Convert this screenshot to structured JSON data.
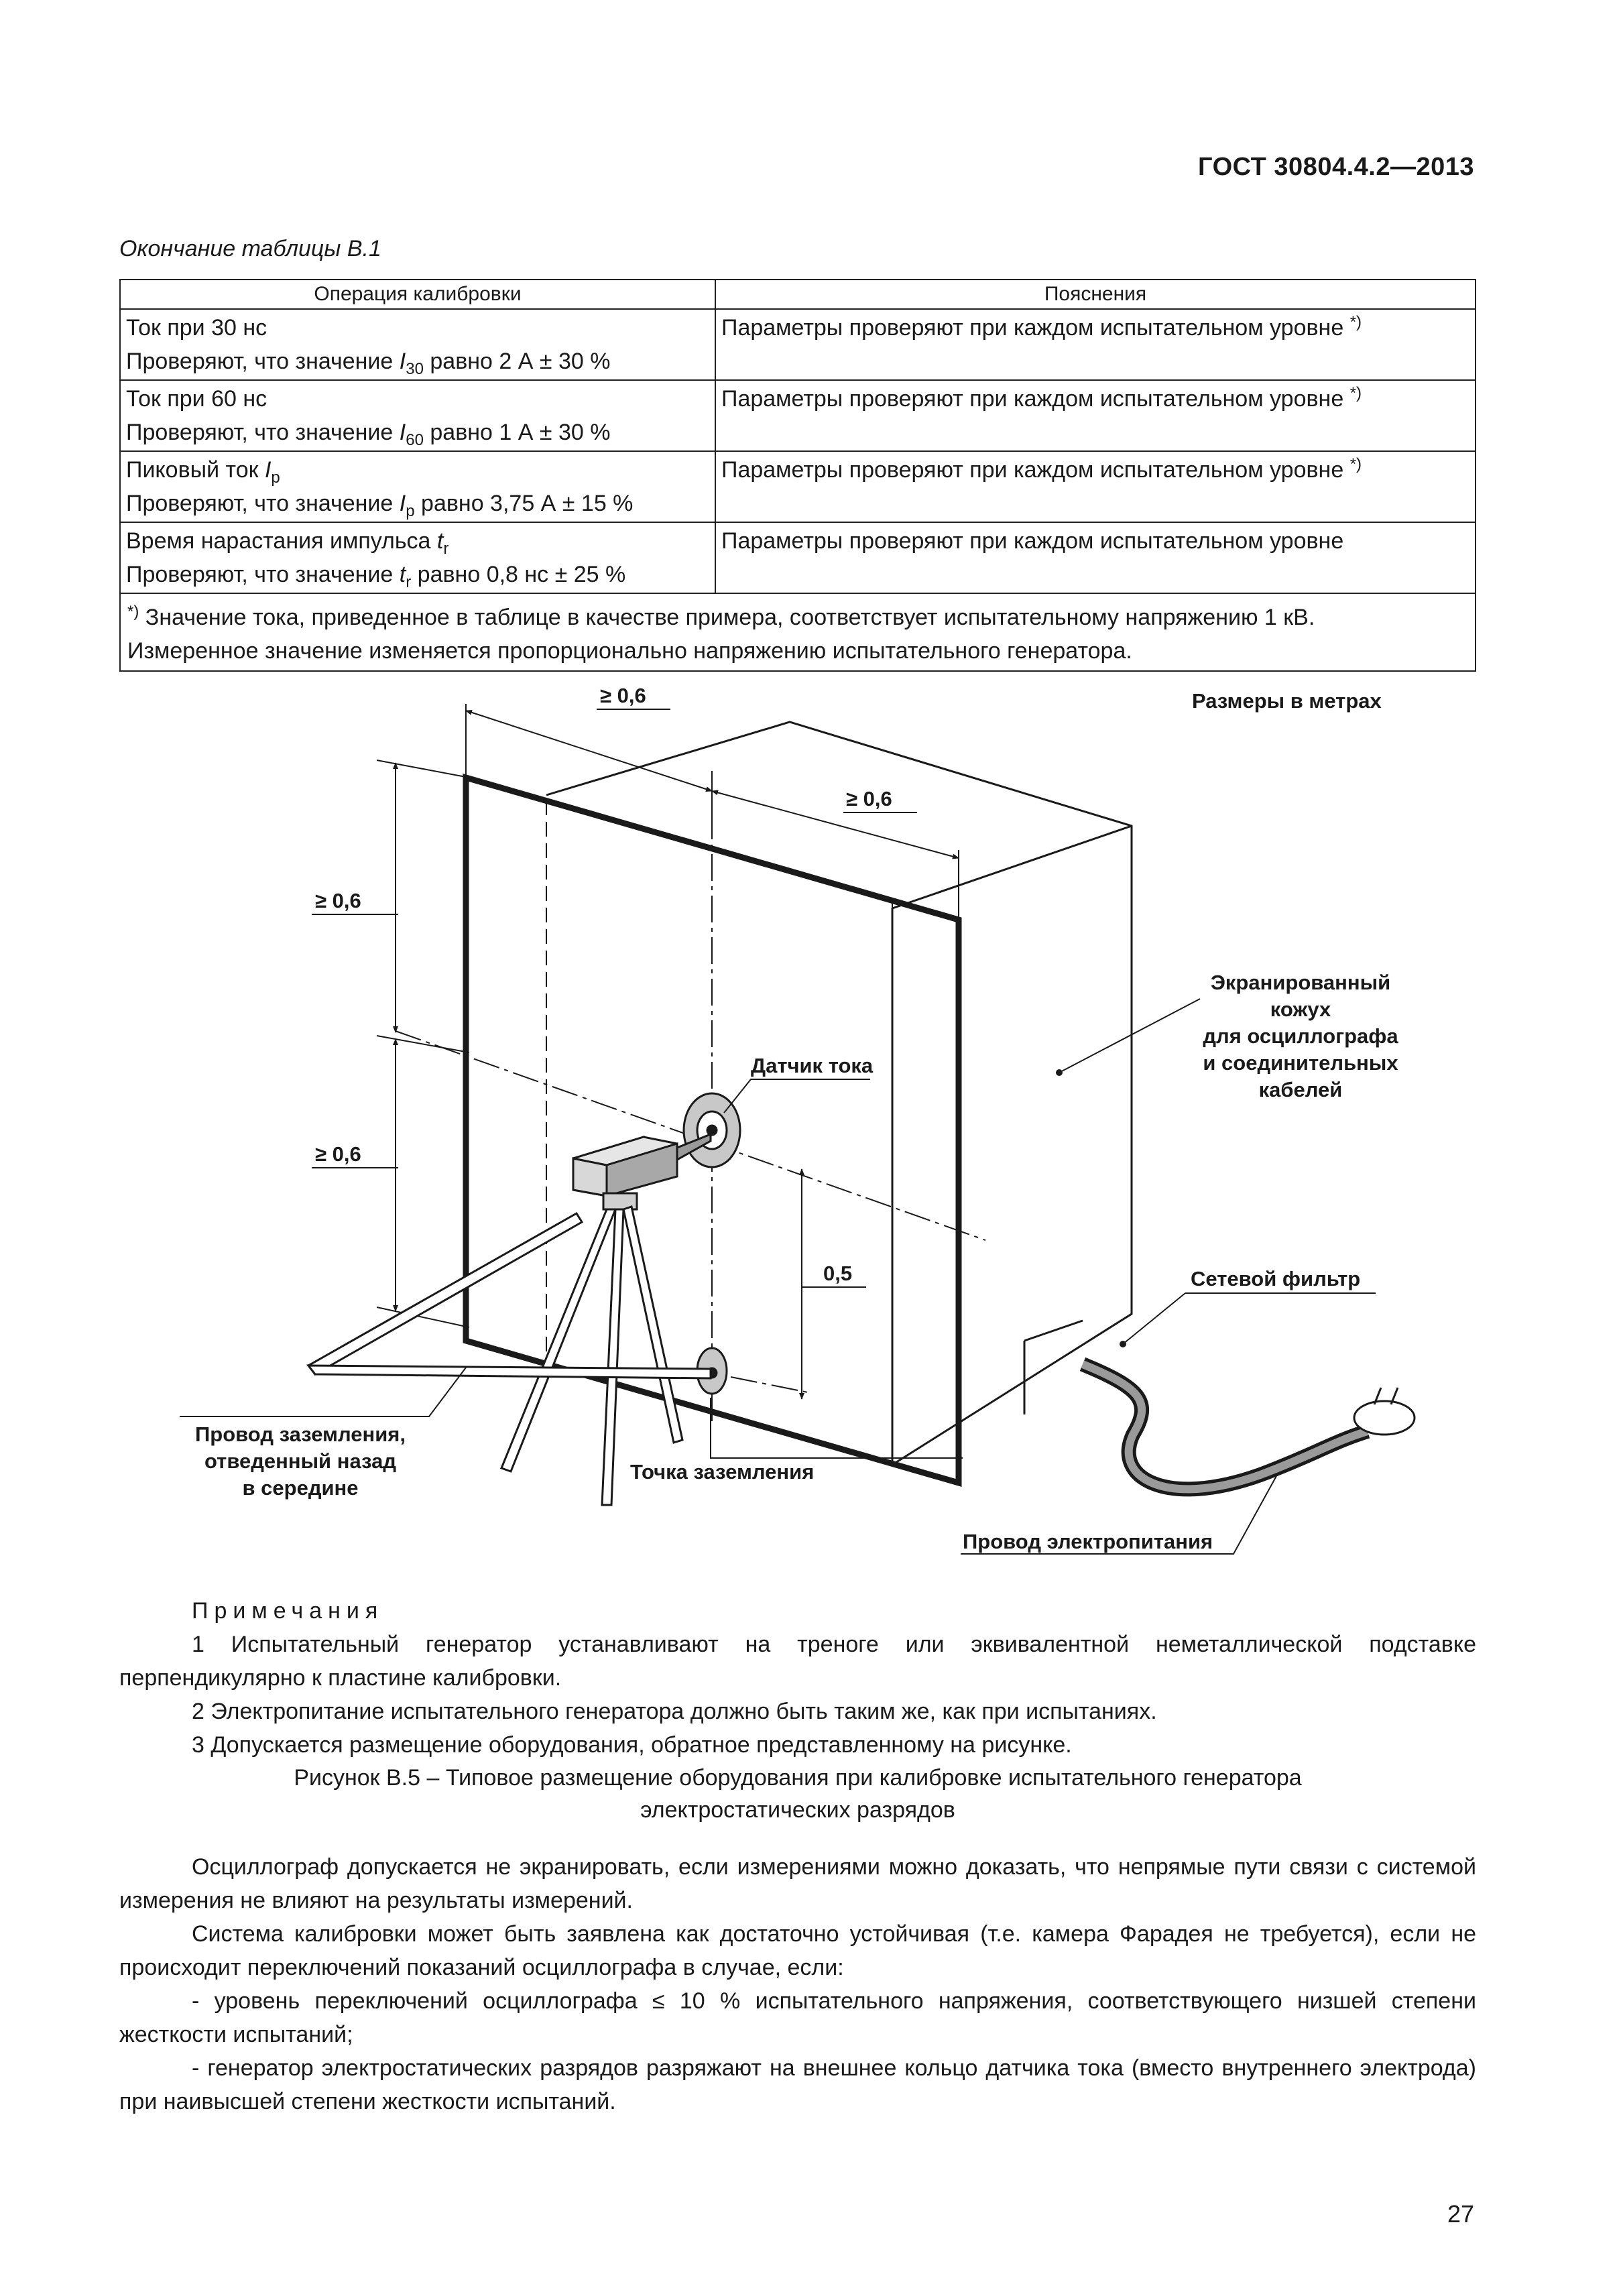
{
  "header": {
    "standard_code": "ГОСТ 30804.4.2—2013"
  },
  "table": {
    "caption": "Окончание таблицы В.1",
    "columns": [
      "Операция калибровки",
      "Пояснения"
    ],
    "rows": [
      {
        "op_line1": "Ток при 30 нс",
        "op_line2_pre": "Проверяют, что значение ",
        "op_symbol": "I",
        "op_sub": "30",
        "op_line2_post": " равно 2 А ± 30 %",
        "note_text": "Параметры проверяют при каждом испытательном уровне ",
        "note_mark": "*)"
      },
      {
        "op_line1": "Ток при 60 нс",
        "op_line2_pre": "Проверяют, что значение ",
        "op_symbol": "I",
        "op_sub": "60",
        "op_line2_post": " равно 1 А ± 30 %",
        "note_text": "Параметры проверяют при каждом испытательном уровне ",
        "note_mark": "*)"
      },
      {
        "op_line1_pre": "Пиковый ток ",
        "op_line1_symbol": "I",
        "op_line1_sub": "p",
        "op_line2_pre": "Проверяют, что значение ",
        "op_symbol": "I",
        "op_sub": "p",
        "op_line2_post": " равно 3,75 А ± 15 %",
        "note_text": "Параметры проверяют при каждом испытательном уровне ",
        "note_mark": "*)"
      },
      {
        "op_line1_pre": "Время нарастания импульса ",
        "op_line1_symbol": "t",
        "op_line1_sub": "r",
        "op_line2_pre": "Проверяют, что значение ",
        "op_symbol": "t",
        "op_sub": "r",
        "op_line2_post": " равно 0,8 нс ± 25 %",
        "note_text": "Параметры проверяют при каждом испытательном уровне"
      }
    ],
    "footnote_mark": "*)",
    "footnote_line1": " Значение тока, приведенное в таблице в качестве примера, соответствует испытательному напряжению 1 кВ.",
    "footnote_line2": "Измеренное значение изменяется пропорционально напряжению испытательного генератора."
  },
  "figure": {
    "units_note": "Размеры в метрах",
    "dim_top_front": "≥ 0,6",
    "dim_top_side": "≥ 0,6",
    "dim_left_upper": "≥ 0,6",
    "dim_left_lower": "≥ 0,6",
    "dim_right": "0,5",
    "label_current_sensor": "Датчик тока",
    "label_shielded_enclosure": [
      "Экранированный",
      "кожух",
      "для осциллографа",
      "и соединительных",
      "кабелей"
    ],
    "label_mains_filter": "Сетевой фильтр",
    "label_ground_wire": [
      "Провод заземления,",
      "отведенный назад",
      "в середине"
    ],
    "label_ground_point": "Точка заземления",
    "label_power_cord": "Провод электропитания"
  },
  "notes": {
    "title": "Примечания",
    "items": [
      "1 Испытательный генератор устанавливают на треноге или эквивалентной неметаллической подставке перпендикулярно к пластине калибровки.",
      "2 Электропитание испытательного генератора должно быть таким же, как при испытаниях.",
      "3 Допускается размещение оборудования, обратное представленному на рисунке."
    ]
  },
  "figure_caption": {
    "line1": "Рисунок В.5 – Типовое размещение оборудования при калибровке испытательного генератора",
    "line2": "электростатических разрядов"
  },
  "body": {
    "paragraphs": [
      "Осциллограф допускается не экранировать, если измерениями можно доказать, что непрямые пути связи с системой измерения не влияют на результаты измерений.",
      "Система калибровки может быть заявлена как достаточно устойчивая (т.е. камера Фарадея не требуется), если не происходит переключений показаний осциллографа в случае, если:",
      "- уровень переключений осциллографа ≤ 10 % испытательного напряжения, соответствующего низшей степени жесткости испытаний;",
      "- генератор электростатических разрядов разряжают на внешнее кольцо датчика тока (вместо внутреннего электрода) при наивысшей степени жесткости испытаний."
    ]
  },
  "footer": {
    "page_number": "27"
  }
}
